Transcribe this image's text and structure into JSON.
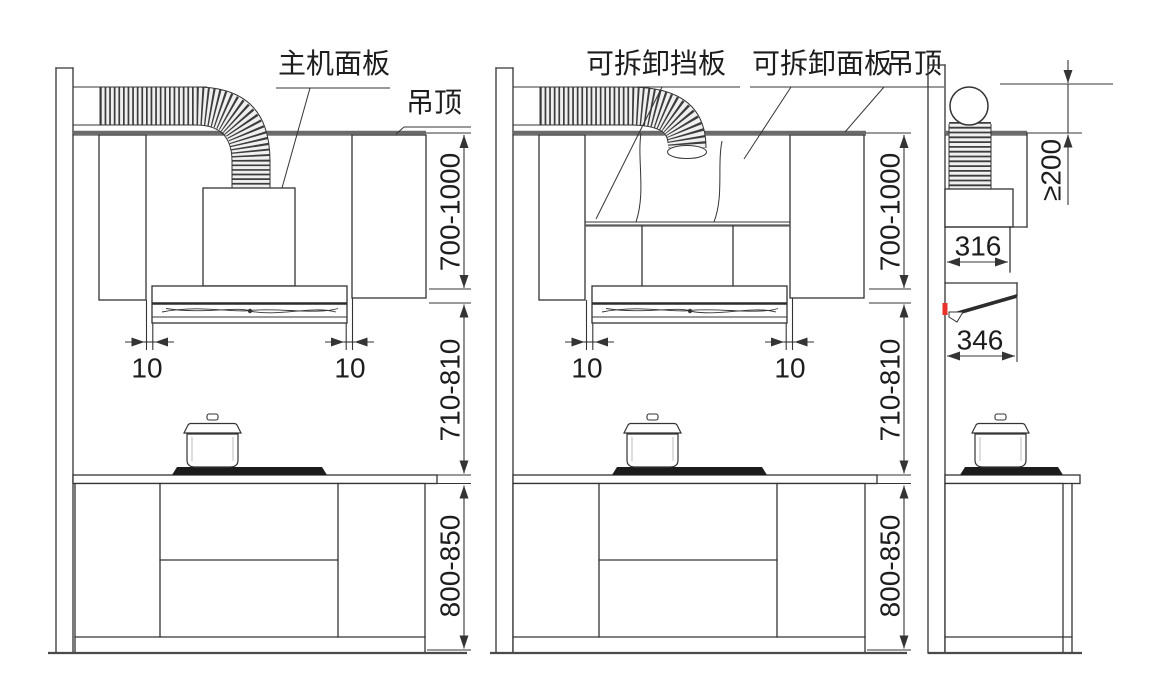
{
  "labels": {
    "main_unit_panel": "主机面板",
    "ceiling_front": "吊顶",
    "removable_baffle": "可拆卸挡板",
    "removable_panel": "可拆卸面板",
    "ceiling_concealed": "吊顶"
  },
  "dimensions": {
    "ceiling_to_cabinet": "700-1000",
    "hood_to_counter": "710-810",
    "counter_height": "800-850",
    "side_gap": "10",
    "top_clearance": "≥200",
    "hood_top_depth": "316",
    "hood_body_depth": "346"
  },
  "colors": {
    "line": "#343434",
    "ceiling": "#6a6a6a",
    "cooktop": "#1c1c1c",
    "accent_red": "#e8312a",
    "duct_fill": "#f0f0f0",
    "duct_stripe": "#3d3d3d"
  }
}
